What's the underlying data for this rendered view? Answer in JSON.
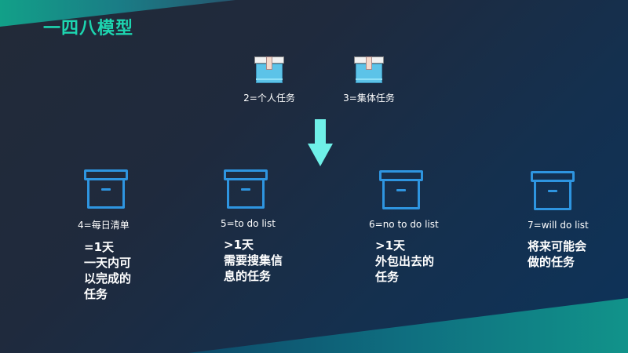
{
  "slide": {
    "title": "一四八模型",
    "colors": {
      "title": "#1dd5b0",
      "arrow": "#6ff0e8",
      "box_icon": "#2e95e0"
    }
  },
  "top_items": [
    {
      "icon": "package-icon",
      "label": "2=个人任务"
    },
    {
      "icon": "package-icon",
      "label": "3=集体任务"
    }
  ],
  "arrow": {
    "icon": "arrow-down-icon"
  },
  "columns": [
    {
      "icon": "archive-box-icon",
      "caption": "4=每日清单",
      "description": "=1天\n一天内可\n以完成的\n任务"
    },
    {
      "icon": "archive-box-icon",
      "caption": "5=to do list",
      "description": ">1天\n需要搜集信\n息的任务"
    },
    {
      "icon": "archive-box-icon",
      "caption": "6=no to do list",
      "description": ">1天\n外包出去的\n任务"
    },
    {
      "icon": "archive-box-icon",
      "caption": "7=will do list",
      "description": "将来可能会\n做的任务"
    }
  ]
}
